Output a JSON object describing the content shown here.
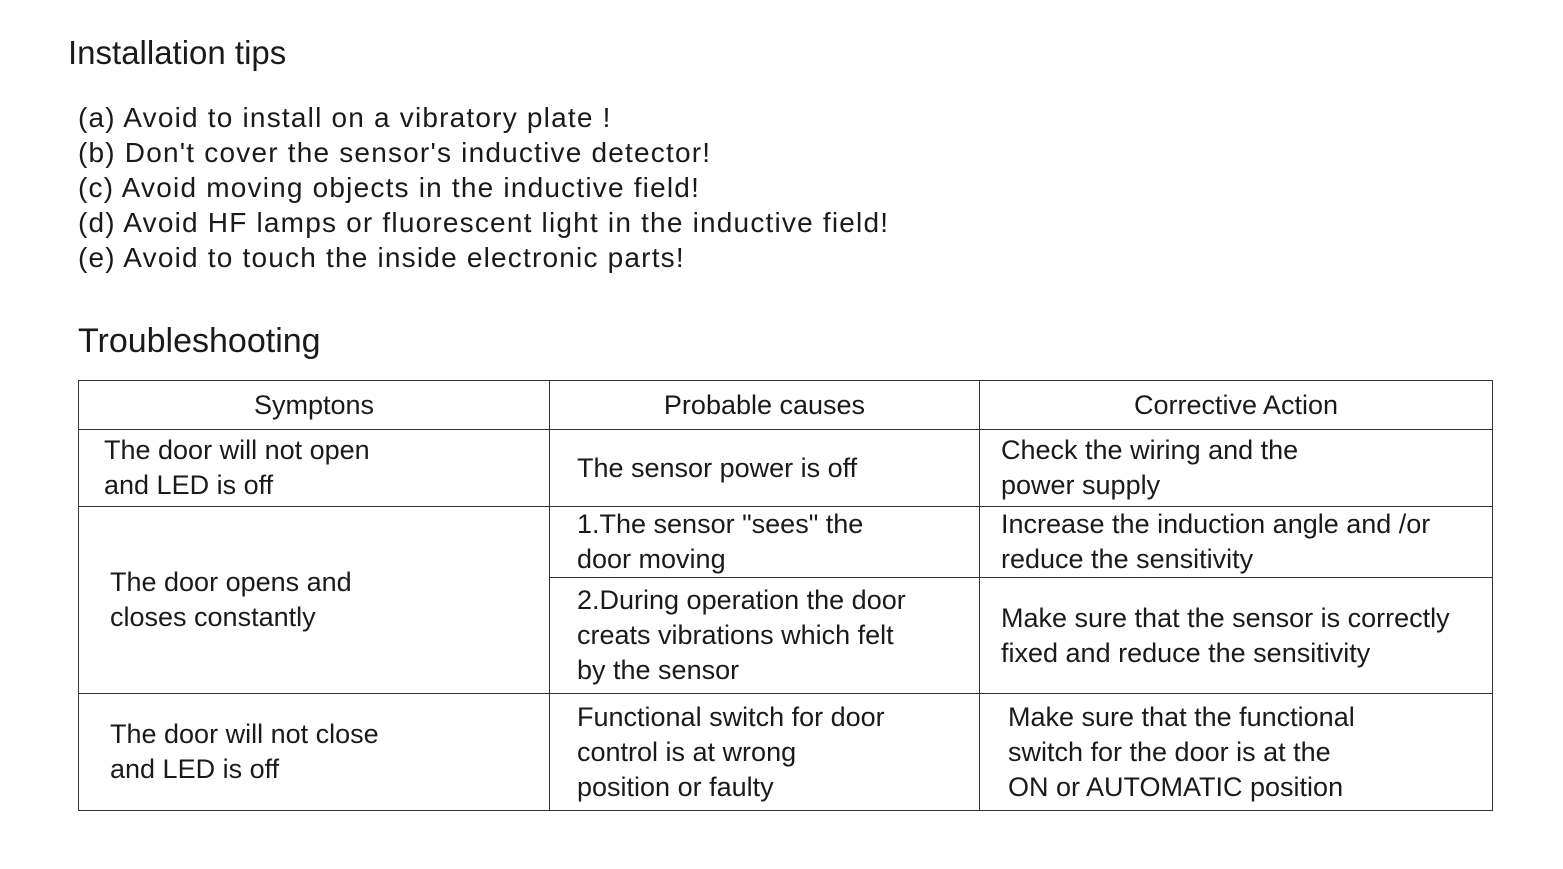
{
  "installation": {
    "title": "Installation tips",
    "tips": [
      "(a) Avoid to install on a vibratory plate !",
      "(b) Don't cover the sensor's inductive detector!",
      "(c) Avoid moving objects in the inductive field!",
      "(d) Avoid HF lamps or fluorescent light in the inductive field!",
      "(e) Avoid to touch the inside electronic parts!"
    ]
  },
  "troubleshooting": {
    "title": "Troubleshooting",
    "headers": [
      "Symptons",
      "Probable causes",
      "Corrective Action"
    ],
    "rows": [
      {
        "symptom": "The door will not open\nand LED is off",
        "cause": "The sensor power is off",
        "action": "Check the wiring and the\npower supply"
      },
      {
        "symptom": "The door opens and\ncloses constantly",
        "cause": "1.The sensor \"sees\" the\ndoor moving",
        "action": "Increase the induction angle and /or\nreduce the sensitivity"
      },
      {
        "cause": "2.During operation the door\ncreats vibrations which felt\n by the sensor",
        "action": "Make sure that the sensor is correctly\nfixed and reduce the sensitivity"
      },
      {
        "symptom": "The door will not close\nand LED is off",
        "cause": "Functional switch for door\ncontrol is at wrong\nposition or faulty",
        "action": "Make sure that the functional\nswitch for the door is at the\nON or AUTOMATIC position"
      }
    ]
  }
}
